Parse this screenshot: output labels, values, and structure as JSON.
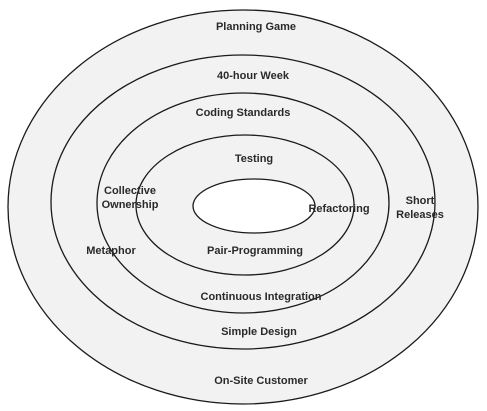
{
  "diagram": {
    "rings": [
      {
        "labels": [
          "Planning Game",
          "On-Site Customer"
        ]
      },
      {
        "labels": [
          "40-hour Week",
          "Simple Design"
        ]
      },
      {
        "labels": [
          "Coding Standards",
          "Continuous Integration"
        ]
      },
      {
        "labels": [
          "Testing",
          "Pair-Programming"
        ]
      }
    ],
    "side_labels": {
      "short_releases": [
        "Short",
        "Releases"
      ],
      "metaphor": "Metaphor",
      "collective_ownership": [
        "Collective",
        "Ownership"
      ],
      "refactoring": "Refactoring"
    },
    "colors": {
      "ring_fill": "#f2f2f2",
      "outline": "#1a1a1a",
      "center_fill": "#ffffff",
      "text": "#2a2a2a"
    }
  }
}
